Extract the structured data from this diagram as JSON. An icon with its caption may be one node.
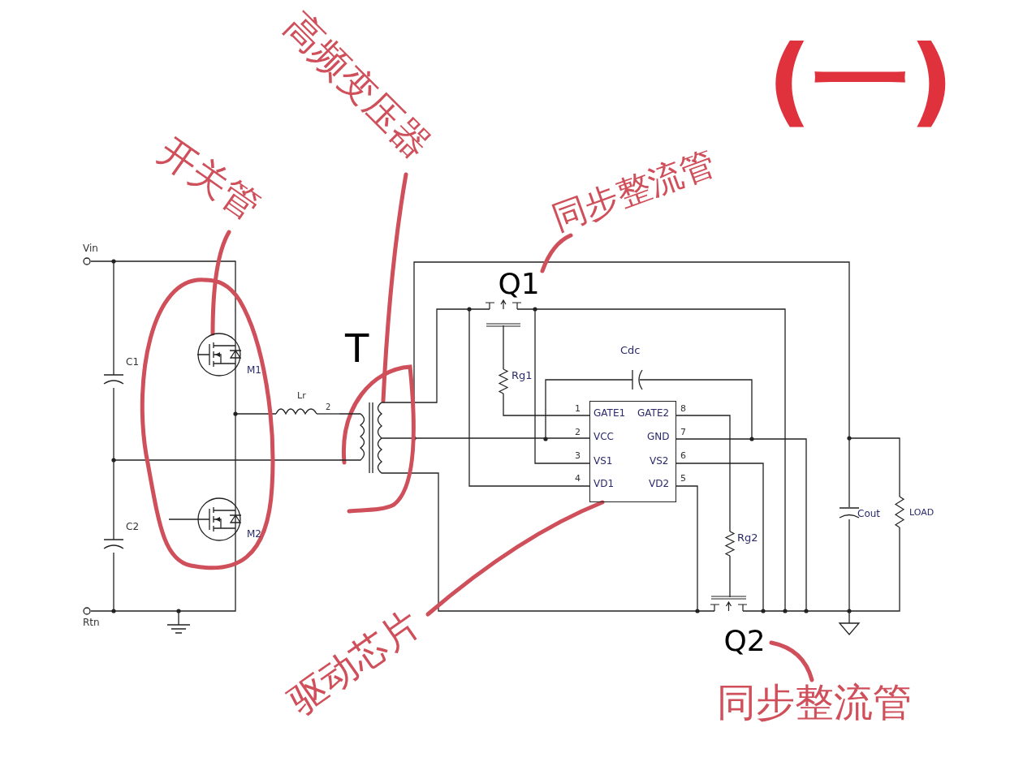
{
  "diagram": {
    "nodes": [
      {
        "text": [
          "开关管"
        ]
      },
      {
        "text": [],
        "shape": "circle"
      },
      {
        "text": [
          "高频变压器"
        ]
      },
      {
        "text": [],
        "shape": "picture"
      },
      {
        "text": [
          "同步整流管"
        ]
      },
      {
        "text": [
          "Q1"
        ]
      },
      {
        "text": [
          "驱动芯片"
        ]
      },
      {
        "text": [],
        "shape": "box"
      },
      {
        "text": [
          "同步整流管"
        ]
      },
      {
        "text": [
          "Q2"
        ]
      }
    ],
    "edges": [
      {
        "from": 0,
        "to": 1,
        "arrow": "none",
        "color": "#cf4f5a"
      },
      {
        "from": 2,
        "to": 3,
        "arrow": "none",
        "color": "#cf4f5a"
      },
      {
        "from": 4,
        "to": 5,
        "arrow": "none",
        "color": "#cf4f5a"
      },
      {
        "from": 6,
        "to": 7,
        "arrow": "none",
        "color": "#cf4f5a"
      },
      {
        "from": 8,
        "to": 9,
        "arrow": "none",
        "color": "#cf4f5a"
      }
    ],
    "labels": [
      "(一)",
      "Vin",
      "C1",
      "M1",
      "Lr",
      "2",
      "T",
      "Cdc",
      "Rg1",
      "1",
      "GATE1",
      "GATE2",
      "8",
      "2",
      "VCC",
      "GND",
      "7",
      "3",
      "VS1",
      "VS2",
      "6",
      "4",
      "VD1",
      "VD2",
      "5",
      "C2",
      "M2",
      "Cout",
      "LOAD",
      "Rg2",
      "Rtn"
    ]
  }
}
